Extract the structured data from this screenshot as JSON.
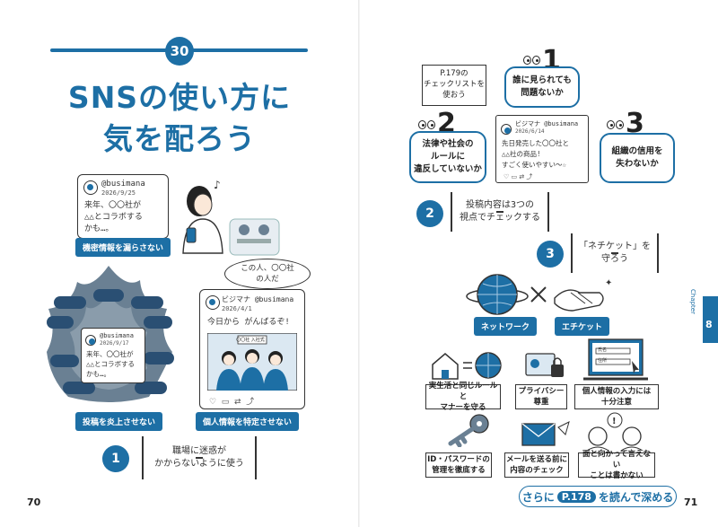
{
  "left_page": {
    "section_number": "30",
    "title_line1": "SNSの使い方に",
    "title_line2": "気を配ろう",
    "post1": {
      "handle": "@busimana",
      "date": "2026/9/25",
      "text_line1": "来年、〇〇社が",
      "text_line2": "△△とコラボする",
      "text_line3": "かも…。"
    },
    "tag_confidential": "機密情報を漏らさない",
    "flame_post": {
      "handle": "@busimana",
      "date": "2026/9/17",
      "text_line1": "来年、〇〇社が",
      "text_line2": "△△とコラボする",
      "text_line3": "かも…。"
    },
    "post2": {
      "handle": "ビジマナ @busimana",
      "date": "2026/4/1",
      "text": "今日から がんばるぞ!",
      "sign": "〇〇社 入社式"
    },
    "speech_bubble": "この人、〇〇社の人だ",
    "tag_flaming": "投稿を炎上させない",
    "tag_personal": "個人情報を特定させない",
    "point1_number": "1",
    "point1_line1": "職場に迷惑が",
    "point1_line2": "かからないように使う",
    "page_number": "70"
  },
  "right_page": {
    "note_checklist_line1": "P.179の",
    "note_checklist_line2": "チェックリストを",
    "note_checklist_line3": "使おう",
    "view1_number": "1",
    "view1_line1": "誰に見られても",
    "view1_line2": "問題ないか",
    "view2_number": "2",
    "view2_line1": "法律や社会の",
    "view2_line2": "ルールに",
    "view2_line3": "違反していないか",
    "view3_number": "3",
    "view3_line1": "組織の信用を",
    "view3_line2": "失わないか",
    "center_post": {
      "handle": "ビジマナ @busimana",
      "date": "2026/6/14",
      "text_line1": "先日発売した〇〇社と",
      "text_line2": "△△社の商品!",
      "text_line3": "すごく使いやすい〜☆"
    },
    "point2_number": "2",
    "point2_line1": "投稿内容は3つの",
    "point2_line2": "視点でチェックする",
    "point3_number": "3",
    "point3_line1": "「ネチケット」を",
    "point3_line2": "守ろう",
    "tag_network": "ネットワーク",
    "tag_etiquette": "エチケット",
    "cards": [
      {
        "line1": "実生活と同じルールと",
        "line2": "マナーを守る"
      },
      {
        "line1": "プライバシー",
        "line2": "尊重"
      },
      {
        "line1": "個人情報の入力には",
        "line2": "十分注意"
      },
      {
        "line1": "ID・パスワードの",
        "line2": "管理を徹底する"
      },
      {
        "line1": "メールを送る前に",
        "line2": "内容のチェック"
      },
      {
        "line1": "面と向かって言えない",
        "line2": "ことは書かない"
      }
    ],
    "laptop_field1": "氏名",
    "laptop_field2": "住所",
    "chapter_label": "Chapter",
    "chapter_number": "8",
    "footer_prefix": "さらに",
    "footer_ref": "P.178",
    "footer_suffix": "を読んで深める",
    "page_number": "71"
  },
  "colors": {
    "accent": "#1d6fa5",
    "flame": "#6a8093",
    "bubble": "#2a4f73"
  }
}
